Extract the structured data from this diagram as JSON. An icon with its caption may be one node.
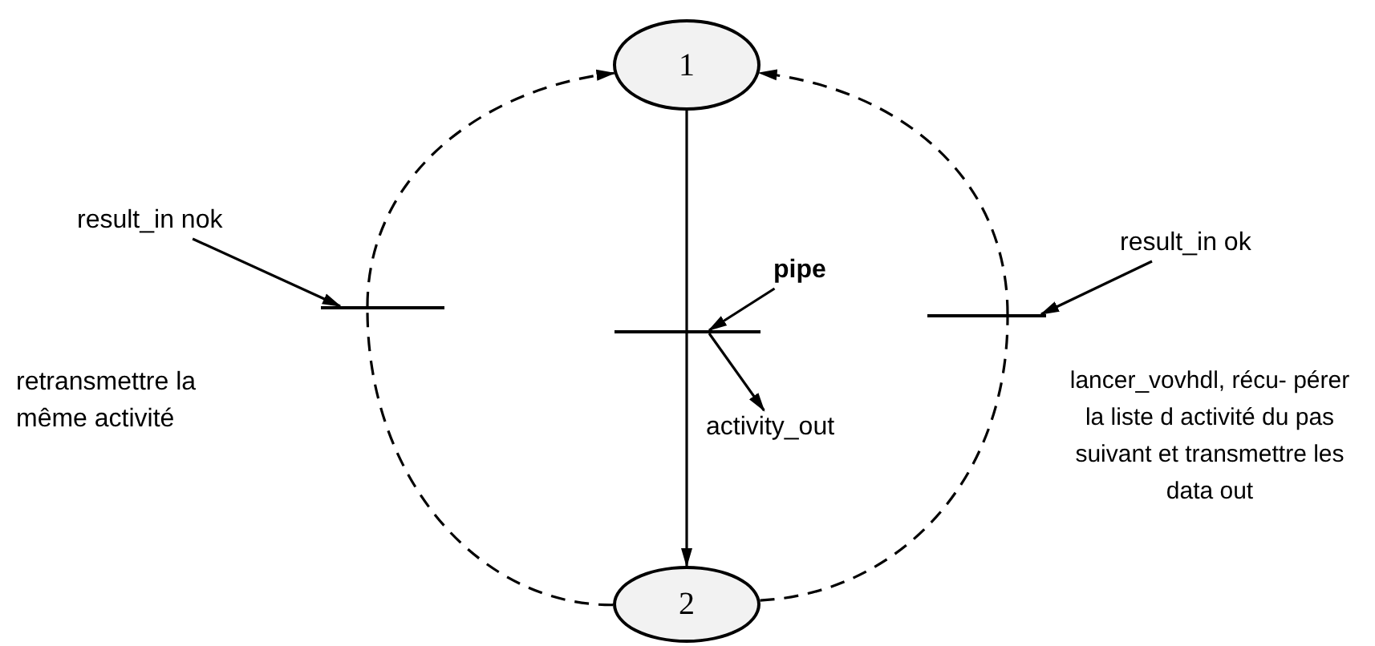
{
  "diagram": {
    "nodes": [
      {
        "text": [
          "1"
        ]
      },
      {
        "text": [
          "2"
        ]
      },
      {
        "text": [],
        "shape": "bar"
      },
      {
        "text": [],
        "shape": "bar"
      },
      {
        "text": [],
        "shape": "bar"
      },
      {
        "text": [
          "result_in nok"
        ]
      },
      {
        "text": [
          "pipe"
        ]
      },
      {
        "text": [
          "activity_out"
        ]
      },
      {
        "text": [
          "result_in ok"
        ]
      }
    ],
    "edges": [
      {
        "from": 1,
        "to": 2,
        "arrow": "none",
        "style": "dashed"
      },
      {
        "from": 2,
        "to": 0,
        "arrow": "to",
        "style": "dashed"
      },
      {
        "from": 1,
        "to": 4,
        "arrow": "none",
        "style": "dashed"
      },
      {
        "from": 4,
        "to": 0,
        "arrow": "to",
        "style": "dashed"
      },
      {
        "from": 0,
        "to": 3,
        "arrow": "none"
      },
      {
        "from": 3,
        "to": 1,
        "arrow": "to"
      },
      {
        "from": 5,
        "to": 2,
        "arrow": "to"
      },
      {
        "from": 6,
        "to": 3,
        "arrow": "to"
      },
      {
        "from": 3,
        "to": 7,
        "arrow": "to"
      },
      {
        "from": 8,
        "to": 4,
        "arrow": "to"
      }
    ],
    "labels": [
      "retransmettre la même activité",
      "lancer_vovhdl, récu- pérer la liste d activité du pas suivant et transmettre les data out"
    ]
  }
}
